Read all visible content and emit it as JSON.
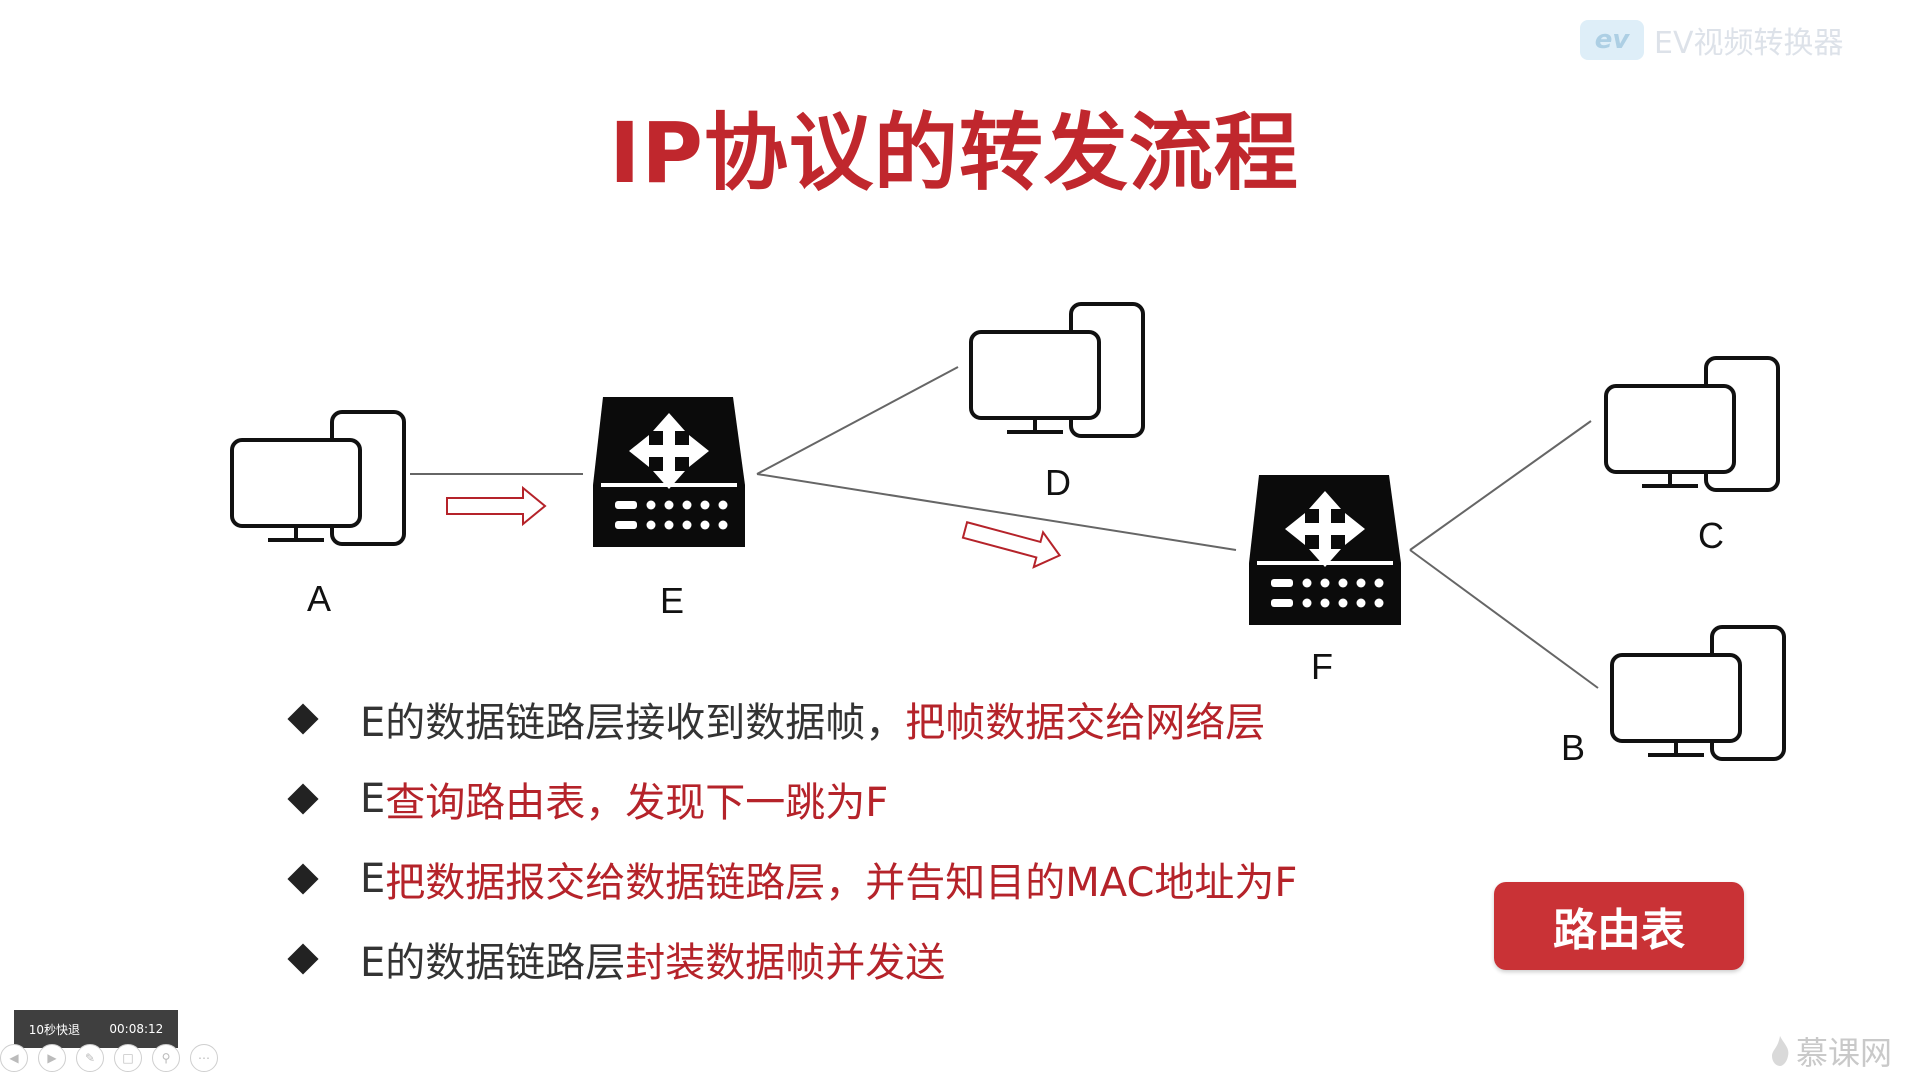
{
  "title": "IP协议的转发流程",
  "watermark": {
    "logo_text": "ev",
    "text": "EV视频转换器"
  },
  "nodes": {
    "a": "A",
    "b": "B",
    "c": "C",
    "d": "D",
    "e": "E",
    "f": "F"
  },
  "bullets": [
    {
      "plain": "E的数据链路层接收到数据帧，",
      "highlight": "把帧数据交给网络层"
    },
    {
      "plain": "E",
      "highlight": "查询路由表，发现下一跳为F"
    },
    {
      "plain": "E",
      "highlight": "把数据报交给数据链路层，并告知目的MAC地址为F"
    },
    {
      "plain": "E的数据链路层",
      "highlight": "封装数据帧并发送"
    }
  ],
  "route_table_button": "路由表",
  "player": {
    "skip_label": "10秒快退",
    "time": "00:08:12"
  },
  "brand": "慕课网",
  "colors": {
    "accent_red": "#c0272d",
    "button_red": "#c93236"
  }
}
